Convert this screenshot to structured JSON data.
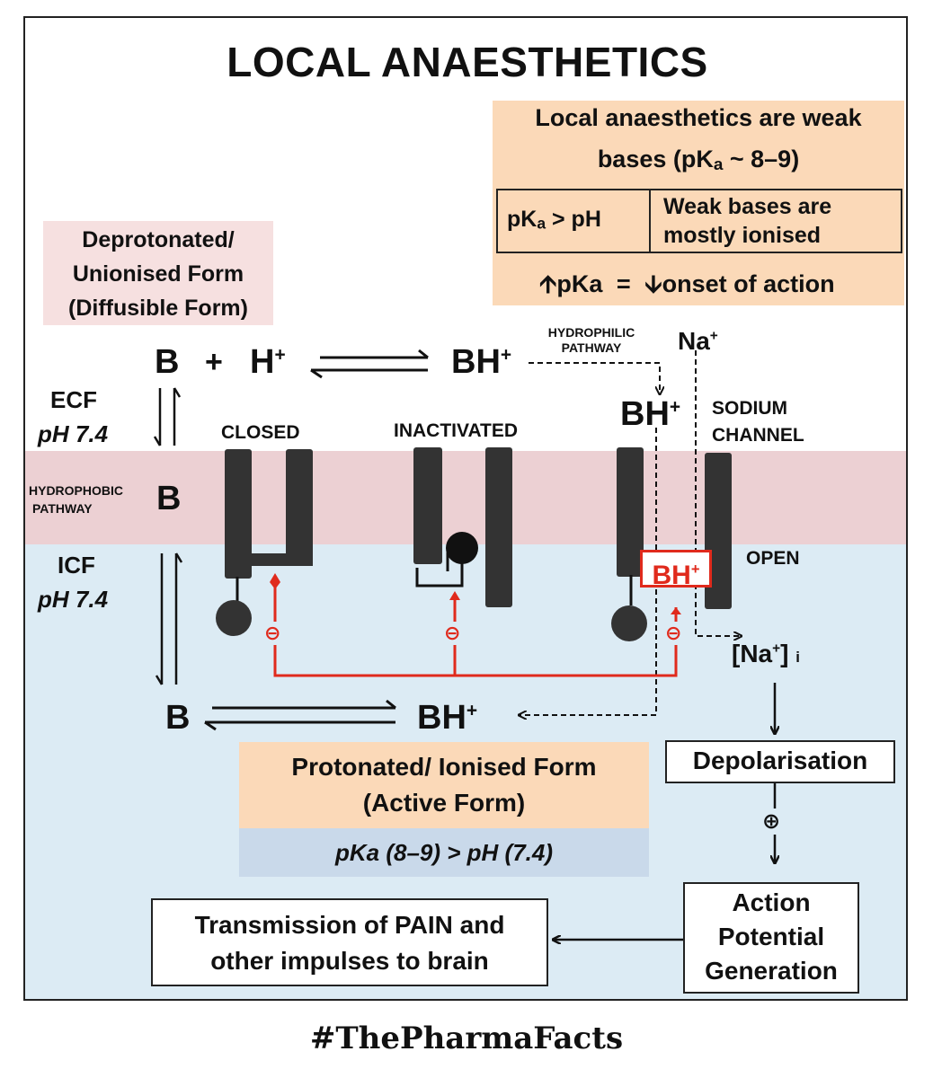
{
  "title": "LOCAL ANAESTHETICS",
  "info_box": {
    "line1": "Local anaesthetics are weak",
    "line2_pre": "bases (pK",
    "line2_sub": "a",
    "line2_post": " ~ 8–9)",
    "cell_left_pre": "pK",
    "cell_left_sub": "a",
    "cell_left_post": " > pH",
    "cell_right_line1": "Weak bases are",
    "cell_right_line2": "mostly ionised",
    "onset_left": "pKa",
    "onset_eq": "=",
    "onset_right": "onset of action"
  },
  "deprotonated_box": {
    "line1": "Deprotonated/",
    "line2": "Unionised Form",
    "line3": "(Diffusible Form)"
  },
  "equation_top": {
    "base": "B",
    "plus": "+",
    "proton": "H",
    "proton_charge": "+",
    "conjugate": "BH",
    "conjugate_charge": "+"
  },
  "hydrophilic_label": {
    "line1": "HYDROPHILIC",
    "line2": "PATHWAY"
  },
  "sodium_top": {
    "text": "Na",
    "charge": "+"
  },
  "bh_channel": {
    "text": "BH",
    "charge": "+"
  },
  "sodium_channel_label": {
    "line1": "SODIUM",
    "line2": "CHANNEL"
  },
  "ecf": {
    "label": "ECF",
    "ph": "pH 7.4"
  },
  "icf": {
    "label": "ICF",
    "ph": "pH 7.4"
  },
  "hydrophobic_label": {
    "line1": "HYDROPHOBIC",
    "line2": "PATHWAY"
  },
  "membrane_base": "B",
  "states": {
    "closed": "CLOSED",
    "inactivated": "INACTIVATED",
    "open": "OPEN"
  },
  "bh_bound": {
    "text": "BH",
    "charge": "+"
  },
  "inhibit_symbol": "⊖",
  "equation_bottom": {
    "base": "B",
    "conjugate": "BH",
    "conjugate_charge": "+"
  },
  "na_intracellular": {
    "open": "[Na",
    "charge": "+",
    "close": "]",
    "sub": "i"
  },
  "depolarisation": "Depolarisation",
  "plus_symbol": "⊕",
  "protonated_box": {
    "line1": "Protonated/ Ionised Form",
    "line2": "(Active Form)",
    "condition": "pKa (8–9) > pH (7.4)"
  },
  "transmission_box": {
    "line1": "Transmission of PAIN and",
    "line2": "other impulses to brain"
  },
  "action_potential_box": {
    "line1": "Action",
    "line2": "Potential",
    "line3": "Generation"
  },
  "footer": "#ThePharmaFacts",
  "colors": {
    "ecf_bg": "#ffffff",
    "membrane": "#ecd0d3",
    "icf_bg": "#dcebf4",
    "peach": "#fbd9b8",
    "pink": "#f6e0e0",
    "blue_box": "#c9d9ea",
    "inhibit_red": "#e02a1c"
  }
}
